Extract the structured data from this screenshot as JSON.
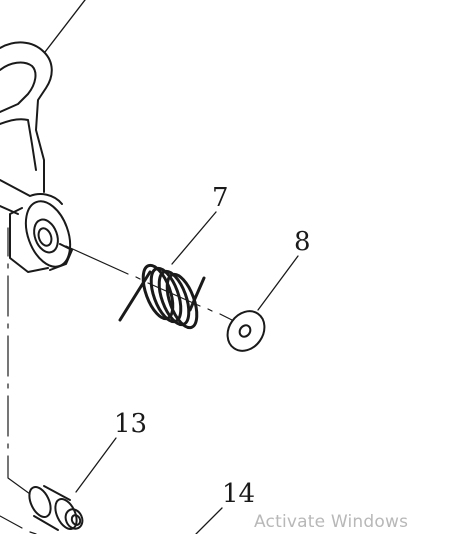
{
  "diagram": {
    "callouts": [
      {
        "id": "part-7",
        "text": "7"
      },
      {
        "id": "part-8",
        "text": "8"
      },
      {
        "id": "part-13",
        "text": "13"
      },
      {
        "id": "part-14",
        "text": "14"
      }
    ],
    "line_color": "#1a1a1a"
  },
  "os_overlay": {
    "watermark_text": "Activate Windows"
  }
}
